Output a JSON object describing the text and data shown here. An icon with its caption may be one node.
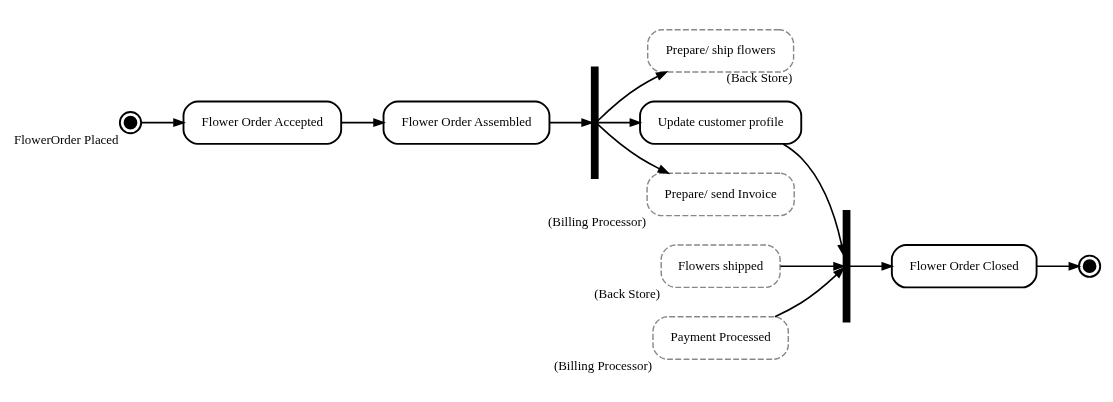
{
  "diagram": {
    "nodes": [
      {
        "text": [],
        "shape": "circle",
        "beside": [
          "FlowerOrder Placed"
        ]
      },
      {
        "text": [
          "Flower Order Accepted"
        ]
      },
      {
        "text": [
          "Flower Order Assembled"
        ]
      },
      {
        "text": [],
        "shape": "bar"
      },
      {
        "text": [
          "Prepare/ ship flowers"
        ],
        "beside": [
          "(Back Store)"
        ]
      },
      {
        "text": [
          "Update customer profile"
        ]
      },
      {
        "text": [
          "Prepare/ send Invoice"
        ],
        "beside": [
          "(Billing Processor)"
        ]
      },
      {
        "text": [
          "Flowers shipped"
        ],
        "beside": [
          "(Back Store)"
        ]
      },
      {
        "text": [
          "Payment Processed"
        ],
        "beside": [
          "(Billing Processor)"
        ]
      },
      {
        "text": [],
        "shape": "bar"
      },
      {
        "text": [
          "Flower Order Closed"
        ]
      },
      {
        "text": [],
        "shape": "circle"
      }
    ],
    "edges": [
      {
        "from": 0,
        "to": 1,
        "arrow": "to"
      },
      {
        "from": 1,
        "to": 2,
        "arrow": "to"
      },
      {
        "from": 2,
        "to": 3,
        "arrow": "to"
      },
      {
        "from": 3,
        "to": 4,
        "arrow": "to"
      },
      {
        "from": 3,
        "to": 5,
        "arrow": "to"
      },
      {
        "from": 3,
        "to": 6,
        "arrow": "to"
      },
      {
        "from": 7,
        "to": 9,
        "arrow": "to"
      },
      {
        "from": 5,
        "to": 9,
        "arrow": "to"
      },
      {
        "from": 8,
        "to": 9,
        "arrow": "to"
      },
      {
        "from": 9,
        "to": 10,
        "arrow": "to"
      },
      {
        "from": 10,
        "to": 11,
        "arrow": "to"
      }
    ]
  }
}
